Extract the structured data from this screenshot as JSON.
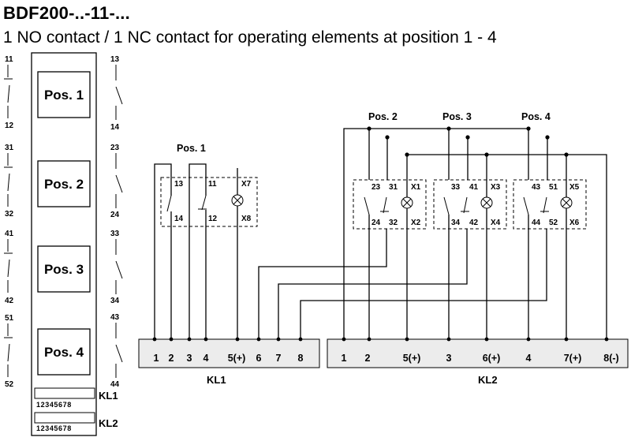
{
  "header": {
    "title": "BDF200-..-11-...",
    "subtitle": "1 NO contact / 1 NC contact for operating elements at position 1 - 4"
  },
  "panel": {
    "positions": [
      "Pos. 1",
      "Pos. 2",
      "Pos. 3",
      "Pos. 4"
    ],
    "nc_contacts": [
      {
        "top": "11",
        "bottom": "12"
      },
      {
        "top": "31",
        "bottom": "32"
      },
      {
        "top": "41",
        "bottom": "42"
      },
      {
        "top": "51",
        "bottom": "52"
      }
    ],
    "no_contacts": [
      {
        "top": "13",
        "bottom": "14"
      },
      {
        "top": "23",
        "bottom": "24"
      },
      {
        "top": "33",
        "bottom": "34"
      },
      {
        "top": "43",
        "bottom": "44"
      }
    ],
    "connectors": [
      {
        "digits": "12345678",
        "label": "KL1"
      },
      {
        "digits": "12345678",
        "label": "KL2"
      }
    ]
  },
  "modules": [
    {
      "title": "Pos. 1",
      "no_top": "13",
      "no_bottom": "14",
      "nc_top": "11",
      "nc_bottom": "12",
      "lamp_top": "X7",
      "lamp_bottom": "X8"
    },
    {
      "title": "Pos. 2",
      "no_top": "23",
      "no_bottom": "24",
      "nc_top": "31",
      "nc_bottom": "32",
      "lamp_top": "X1",
      "lamp_bottom": "X2"
    },
    {
      "title": "Pos. 3",
      "no_top": "33",
      "no_bottom": "34",
      "nc_top": "41",
      "nc_bottom": "42",
      "lamp_top": "X3",
      "lamp_bottom": "X4"
    },
    {
      "title": "Pos. 4",
      "no_top": "43",
      "no_bottom": "44",
      "nc_top": "51",
      "nc_bottom": "52",
      "lamp_top": "X5",
      "lamp_bottom": "X6"
    }
  ],
  "terminal_blocks": [
    {
      "name": "KL1",
      "terminals": [
        "1",
        "2",
        "3",
        "4",
        "5(+)",
        "6",
        "7",
        "8"
      ]
    },
    {
      "name": "KL2",
      "terminals": [
        "1",
        "2",
        "5(+)",
        "3",
        "6(+)",
        "4",
        "7(+)",
        "8(-)"
      ]
    }
  ]
}
